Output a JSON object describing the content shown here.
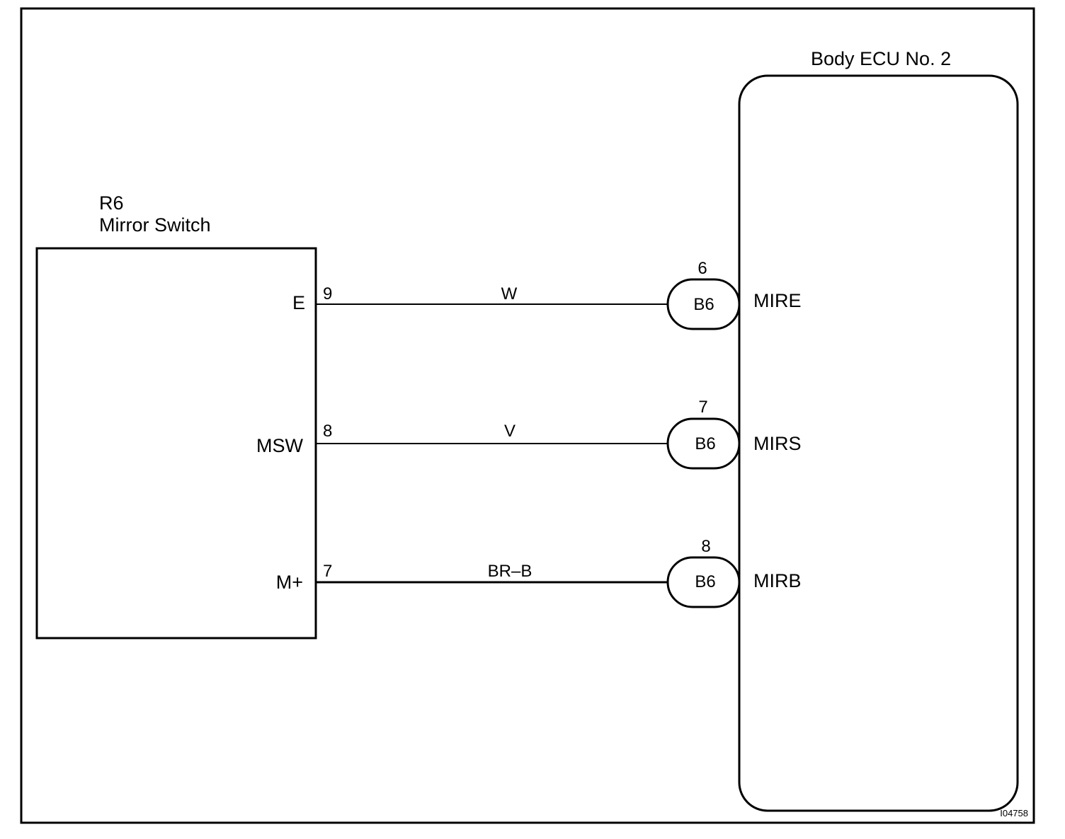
{
  "ecu": {
    "title": "Body ECU No. 2"
  },
  "switch": {
    "code": "R6",
    "name": "Mirror Switch"
  },
  "circuits": [
    {
      "switch_terminal": "E",
      "switch_pin": "9",
      "wire_color": "W",
      "connector_pin": "6",
      "connector": "B6",
      "ecu_terminal": "MIRE"
    },
    {
      "switch_terminal": "MSW",
      "switch_pin": "8",
      "wire_color": "V",
      "connector_pin": "7",
      "connector": "B6",
      "ecu_terminal": "MIRS"
    },
    {
      "switch_terminal": "M+",
      "switch_pin": "7",
      "wire_color": "BR–B",
      "connector_pin": "8",
      "connector": "B6",
      "ecu_terminal": "MIRB"
    }
  ],
  "figure_code": "I04758",
  "colors": {
    "line": "#000000",
    "background": "#ffffff"
  }
}
